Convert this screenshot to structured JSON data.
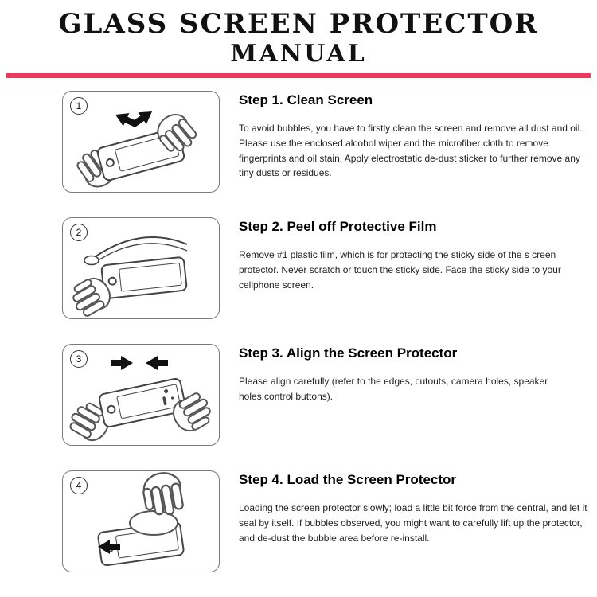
{
  "page": {
    "title_line1": "GLASS SCREEN PROTECTOR",
    "title_line2": "MANUAL"
  },
  "divider_color": "#ee3a5a",
  "steps": [
    {
      "number": "1",
      "heading": "Step 1. Clean Screen",
      "body": "To avoid bubbles, you have to firstly clean the screen and remove all dust and oil. Please use the enclosed alcohol wiper and the microfiber cloth to remove fingerprints and oil stain. Apply electrostatic de-dust sticker to further remove any tiny dusts or residues."
    },
    {
      "number": "2",
      "heading": "Step 2. Peel off Protective Film",
      "body": "Remove #1 plastic film, which is for protecting the sticky side of the s creen protector. Never scratch or touch the sticky side. Face the sticky side to your cellphone screen."
    },
    {
      "number": "3",
      "heading": "Step 3. Align the Screen Protector",
      "body": "Please align carefully (refer to the edges, cutouts, camera holes, speaker holes,control buttons)."
    },
    {
      "number": "4",
      "heading": "Step 4. Load the Screen Protector",
      "body": "Loading the screen protector slowly; load a little bit force from the central, and let it seal by itself. If bubbles observed, you might want to carefully lift up the protector, and de-dust the bubble area before re-install."
    }
  ]
}
